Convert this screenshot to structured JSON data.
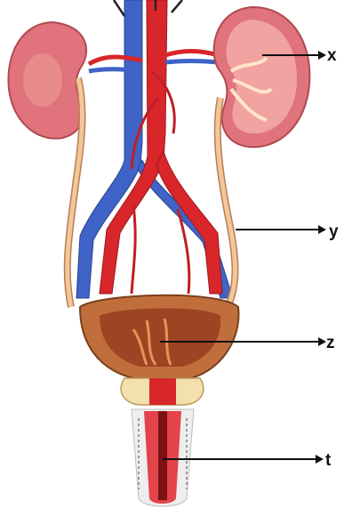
{
  "diagram": {
    "labels": {
      "x": "x",
      "y": "y",
      "z": "z",
      "t": "t"
    },
    "colors": {
      "kidney": "#e0737b",
      "kidney_light": "#f0a3a0",
      "artery": "#d8262b",
      "vein": "#3f63c6",
      "ureter": "#f2c79a",
      "bladder": "#c06f3c",
      "bladder_inner": "#9e4424",
      "urethra": "#e3434a"
    }
  }
}
